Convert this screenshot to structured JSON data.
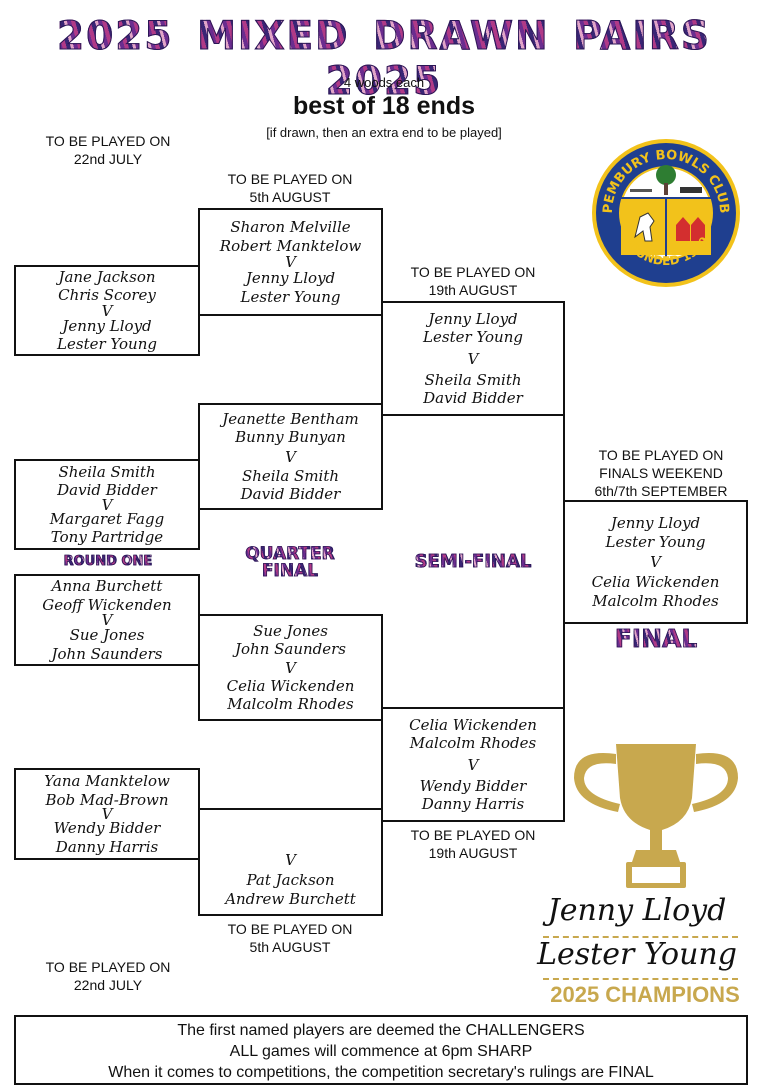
{
  "header": {
    "title": "2025 MIXED  DRAWN PAIRS  2025",
    "woods": "4 woods each",
    "best_of": "best of 18 ends",
    "drawn_note": "[if drawn, then an extra end to be played]"
  },
  "dates": {
    "r1_top": [
      "TO BE PLAYED ON",
      "22nd JULY"
    ],
    "qf_top": [
      "TO BE PLAYED ON",
      "5th AUGUST"
    ],
    "sf_top": [
      "TO BE PLAYED ON",
      "19th AUGUST"
    ],
    "final": [
      "TO BE PLAYED ON",
      "FINALS WEEKEND",
      "6th/7th SEPTEMBER"
    ],
    "sf_bottom": [
      "TO BE PLAYED ON",
      "19th AUGUST"
    ],
    "qf_bottom": [
      "TO BE PLAYED ON",
      "5th AUGUST"
    ],
    "r1_bottom": [
      "TO BE PLAYED ON",
      "22nd JULY"
    ]
  },
  "round_one": {
    "label": "ROUND ONE",
    "matches": [
      [
        "Jane Jackson",
        "Chris Scorey",
        "V",
        "Jenny Lloyd",
        "Lester Young"
      ],
      [
        "Sheila Smith",
        "David Bidder",
        "V",
        "Margaret Fagg",
        "Tony Partridge"
      ],
      [
        "Anna Burchett",
        "Geoff Wickenden",
        "V",
        "Sue Jones",
        "John Saunders"
      ],
      [
        "Yana Manktelow",
        "Bob Mad-Brown",
        "V",
        "Wendy Bidder",
        "Danny Harris"
      ]
    ]
  },
  "quarter_final": {
    "label_line1": "QUARTER",
    "label_line2": "FINAL",
    "matches": [
      [
        "Sharon Melville",
        "Robert Manktelow",
        "V",
        "Jenny Lloyd",
        "Lester Young"
      ],
      [
        "Jeanette Bentham",
        "Bunny Bunyan",
        "V",
        "Sheila Smith",
        "David Bidder"
      ],
      [
        "Sue Jones",
        "John Saunders",
        "V",
        "Celia Wickenden",
        "Malcolm Rhodes"
      ],
      [
        "V",
        "Pat Jackson",
        "Andrew Burchett"
      ]
    ]
  },
  "semi_final": {
    "label": "SEMI-FINAL",
    "matches": [
      [
        "Jenny Lloyd",
        "Lester Young",
        "V",
        "Sheila Smith",
        "David Bidder"
      ],
      [
        "Celia Wickenden",
        "Malcolm Rhodes",
        "V",
        "Wendy Bidder",
        "Danny Harris"
      ]
    ]
  },
  "final": {
    "label": "FINAL",
    "match": [
      "Jenny Lloyd",
      "Lester Young",
      "V",
      "Celia Wickenden",
      "Malcolm Rhodes"
    ]
  },
  "club_logo": {
    "name": "PEMBURY BOWLS CLUB",
    "founded": "FOUNDED 1929"
  },
  "champions": {
    "player1": "Jenny Lloyd",
    "player2": "Lester Young",
    "caption": "2025 CHAMPIONS"
  },
  "footer": {
    "lines": [
      "The first named players are deemed the CHALLENGERS",
      "ALL games will commence at 6pm SHARP",
      "When it comes to competitions, the competition secretary's rulings are FINAL"
    ]
  },
  "colors": {
    "gold": "#c8a84e",
    "navy": "#1f3f8f",
    "yellow": "#f2c21b",
    "stripe_purple": "#6b2d8f",
    "stripe_pink": "#b03a87"
  }
}
